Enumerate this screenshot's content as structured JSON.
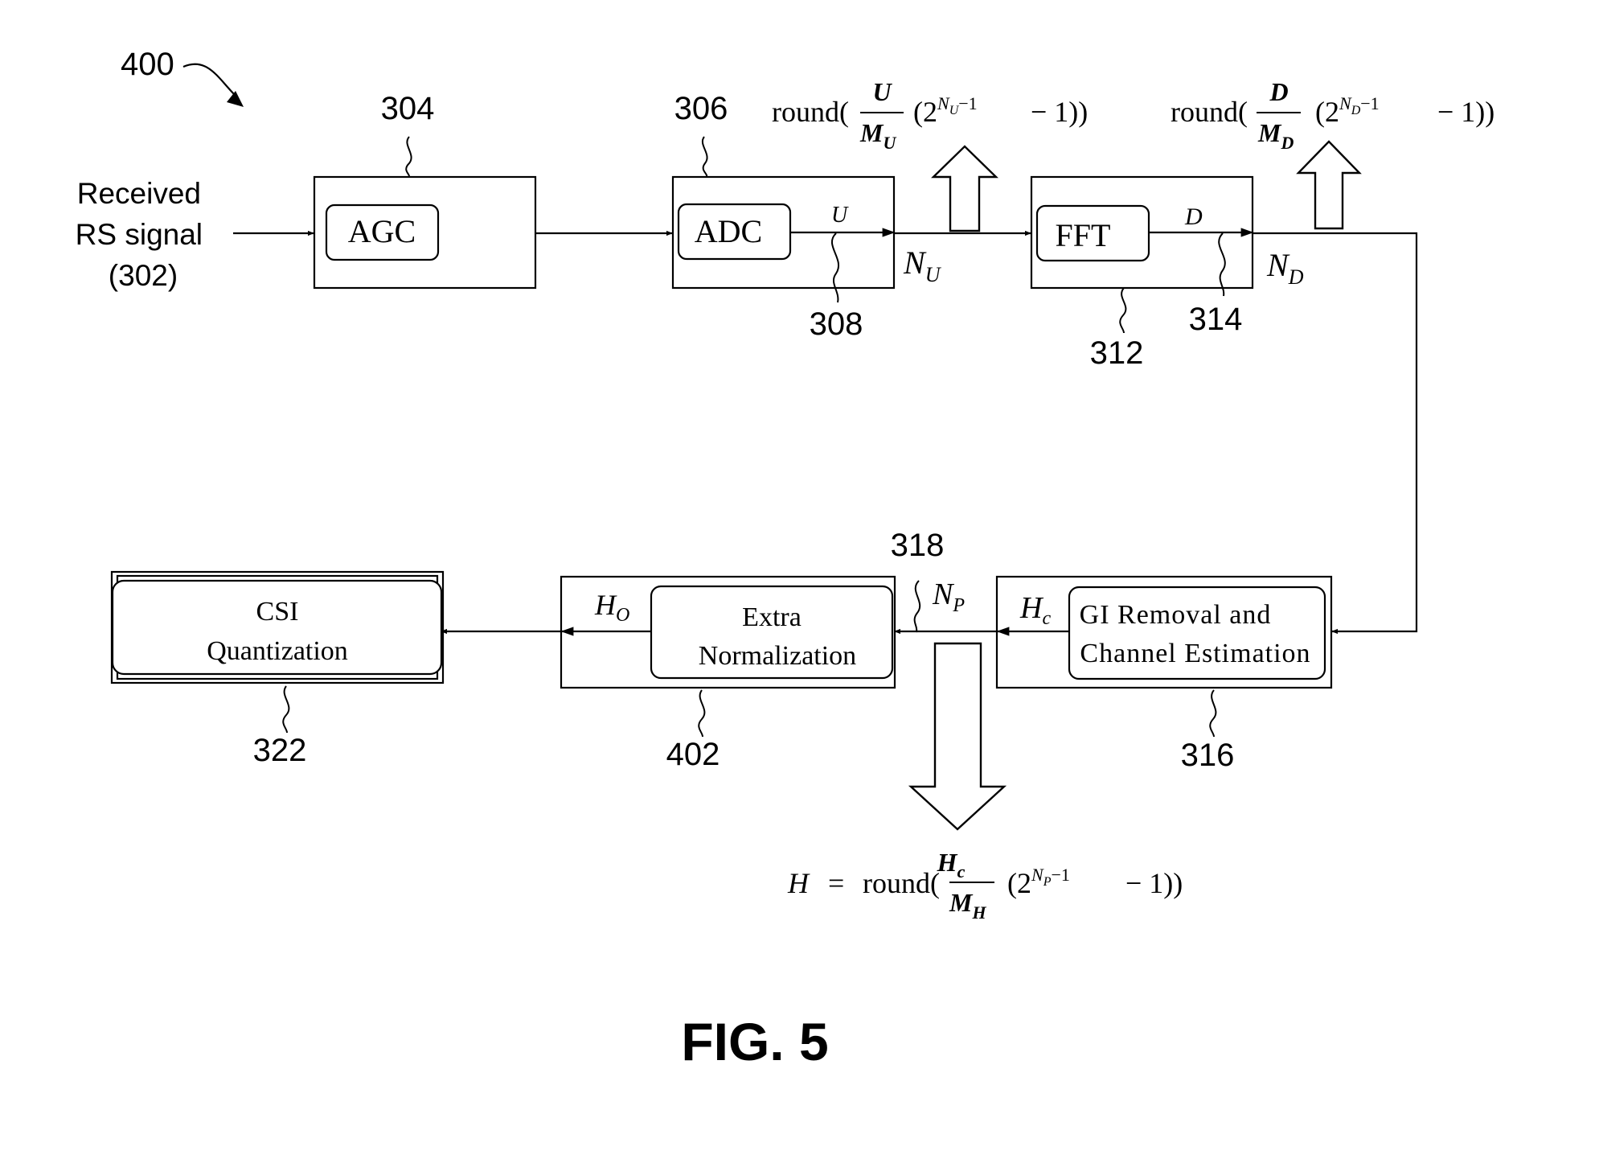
{
  "figure": {
    "ref_number": "400",
    "caption": "FIG. 5"
  },
  "input": {
    "label_lines": [
      "Received",
      "RS signal",
      "(302)"
    ]
  },
  "blocks": {
    "agc": {
      "label": "AGC",
      "ref": "304"
    },
    "adc": {
      "label": "ADC",
      "ref": "306"
    },
    "fft": {
      "label": "FFT",
      "ref": "312"
    },
    "gi": {
      "label_lines": [
        "GI Removal and",
        "Channel Estimation"
      ],
      "ref": "316"
    },
    "norm": {
      "label_lines": [
        "Extra",
        "Normalization"
      ],
      "ref": "402"
    },
    "csi": {
      "label_lines": [
        "CSI",
        "Quantization"
      ],
      "ref": "322"
    }
  },
  "signals": {
    "adc_out": {
      "var": "U",
      "bits": "N",
      "bits_sub": "U",
      "ref": "308"
    },
    "fft_out": {
      "var": "D",
      "bits": "N",
      "bits_sub": "D",
      "ref": "314"
    },
    "channel_est": {
      "var": "H",
      "var_sub": "c",
      "bits": "N",
      "bits_sub": "P",
      "ref": "318"
    },
    "norm_out": {
      "var": "H",
      "var_sub": "O"
    }
  },
  "formulas": {
    "u": {
      "prefix": "round(",
      "num": "U",
      "den": "M",
      "den_sub": "U",
      "pow_base": "(2",
      "pow_exp": "N",
      "pow_exp_sub": "U",
      "pow_exp_tail": "−1",
      "tail": "− 1))"
    },
    "d": {
      "prefix": "round(",
      "num": "D",
      "den": "M",
      "den_sub": "D",
      "pow_base": "(2",
      "pow_exp": "N",
      "pow_exp_sub": "D",
      "pow_exp_tail": "−1",
      "tail": "− 1))"
    },
    "h": {
      "lhs": "H",
      "eq": "=",
      "prefix": "round(",
      "num": "H",
      "num_sub": "c",
      "den": "M",
      "den_sub": "H",
      "pow_base": "(2",
      "pow_exp": "N",
      "pow_exp_sub": "P",
      "pow_exp_tail": "−1",
      "tail": "− 1))"
    }
  }
}
